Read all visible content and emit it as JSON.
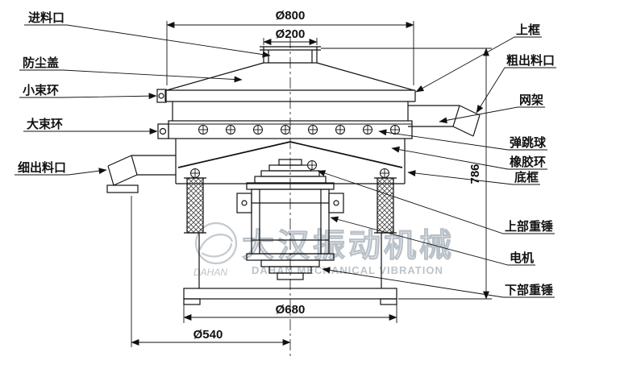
{
  "diagram": {
    "dimensions": {
      "top_outer": "Ø800",
      "inlet": "Ø200",
      "base_outer": "Ø680",
      "base_inner": "Ø540",
      "height": "786"
    },
    "labels_left": [
      {
        "text": "进料口"
      },
      {
        "text": "防尘盖"
      },
      {
        "text": "小束环"
      },
      {
        "text": "大束环"
      },
      {
        "text": "细出料口"
      }
    ],
    "labels_right": [
      {
        "text": "上框"
      },
      {
        "text": "粗出料口"
      },
      {
        "text": "网架"
      },
      {
        "text": "弹跳球"
      },
      {
        "text": "橡胶环"
      },
      {
        "text": "底框"
      },
      {
        "text": "上部重锤"
      },
      {
        "text": "电机"
      },
      {
        "text": "下部重锤"
      }
    ]
  },
  "watermark": {
    "cn": "大汉振动机械",
    "en": "DAHAN MECHANICAL VIBRATION",
    "logo_text": "DAHAN"
  }
}
